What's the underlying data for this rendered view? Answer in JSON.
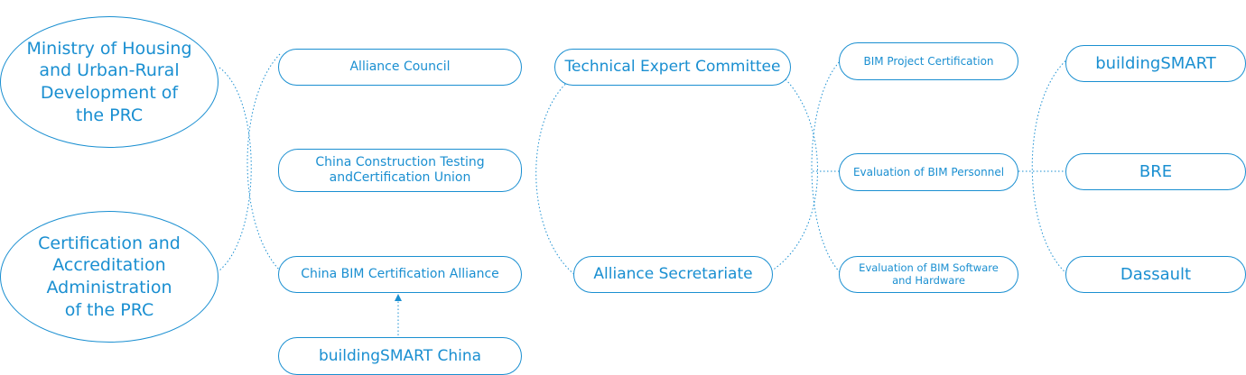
{
  "authorities": {
    "ministry": "Ministry of Housing\nand Urban-Rural\nDevelopment of\nthe PRC",
    "cnca": "Certification and\nAccreditation\nAdministration\nof the PRC"
  },
  "alliance": {
    "council": "Alliance Council",
    "cctcu": "China Construction Testing\nandCertification Union",
    "cbca": "China BIM Certification Alliance",
    "bsc": "buildingSMART China"
  },
  "bodies": {
    "tec": "Technical Expert Committee",
    "secretariate": "Alliance Secretariate"
  },
  "services": {
    "project_cert": "BIM Project Certification",
    "personnel_eval": "Evaluation of BIM Personnel",
    "software_eval": "Evaluation of BIM Software\nand Hardware"
  },
  "partners": {
    "buildingsmart": "buildingSMART",
    "bre": "BRE",
    "dassault": "Dassault"
  },
  "colors": {
    "accent": "#1a8fd1"
  }
}
